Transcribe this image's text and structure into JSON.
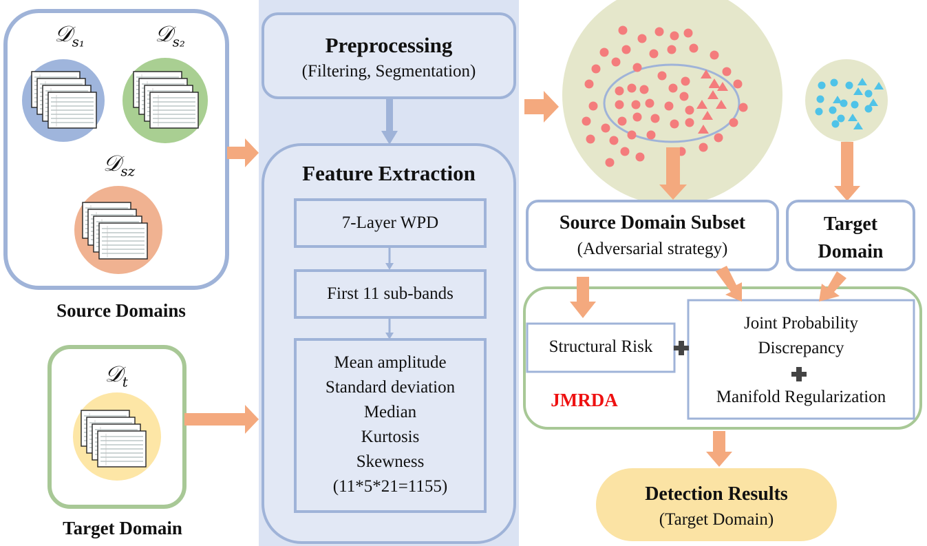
{
  "source_domains": {
    "label": "Source Domains",
    "domains": [
      {
        "symbol": "𝒟",
        "sub": "s₁",
        "color": "#9fb5dc"
      },
      {
        "symbol": "𝒟",
        "sub": "s₂",
        "color": "#a9cf92"
      },
      {
        "symbol": "𝒟",
        "sub": "sz",
        "color": "#f0b291"
      }
    ]
  },
  "target_domain_left": {
    "label": "Target Domain",
    "symbol": "𝒟",
    "sub": "t",
    "color": "#fde6a6"
  },
  "pipeline": {
    "preprocessing": {
      "title": "Preprocessing",
      "subtitle": "(Filtering, Segmentation)"
    },
    "feature_extraction": {
      "title": "Feature Extraction",
      "step1": "7-Layer WPD",
      "step2": "First 11 sub-bands",
      "features": [
        "Mean amplitude",
        "Standard deviation",
        "Median",
        "Kurtosis",
        "Skewness",
        "(11*5*21=1155)"
      ]
    }
  },
  "right": {
    "source_subset": {
      "title": "Source Domain Subset",
      "subtitle": "(Adversarial strategy)"
    },
    "target_domain": {
      "line1": "Target",
      "line2": "Domain"
    },
    "structural_risk": "Structural Risk",
    "joint_line1": "Joint Probability",
    "joint_line2": "Discrepancy",
    "manifold": "Manifold Regularization",
    "method_name": "JMRDA",
    "method_color": "#ee1111",
    "results": {
      "title": "Detection Results",
      "subtitle": "(Target Domain)"
    }
  },
  "colors": {
    "box_border": "#9fb3d8",
    "green_border": "#a8c896",
    "arrow": "#f4a97e",
    "mid_arrow": "#9fb3d8",
    "source_point": "#f47c7c",
    "target_point": "#4fc3e8",
    "results_fill": "#fbe3a4"
  }
}
